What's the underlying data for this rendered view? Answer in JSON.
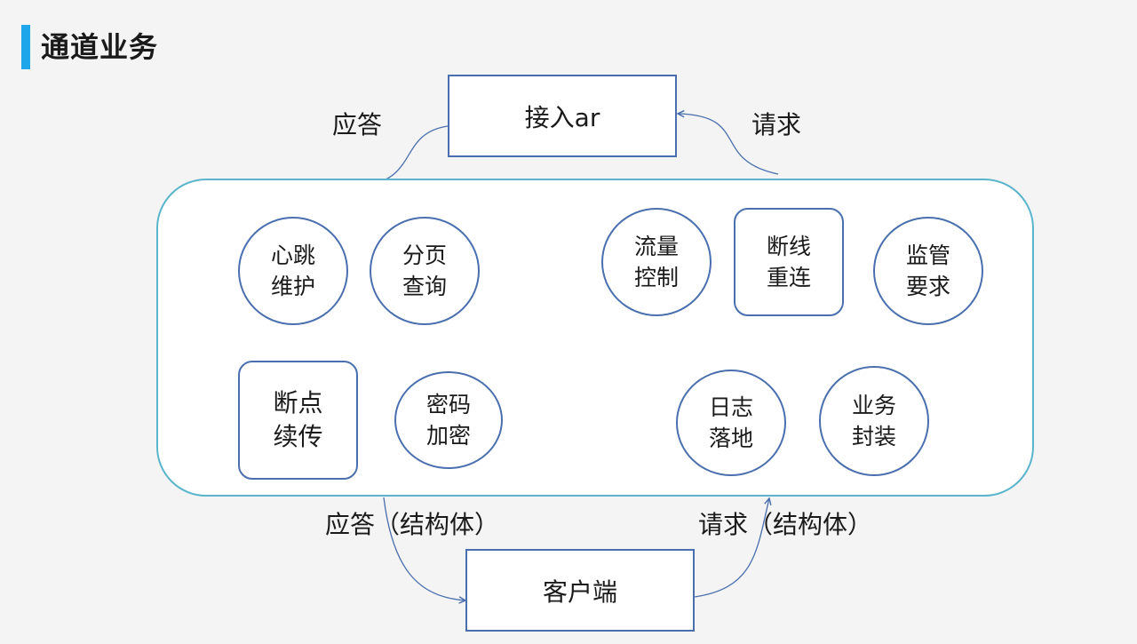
{
  "title": "通道业务",
  "top_box": "接入ar",
  "bottom_box": "客户端",
  "edge_labels": {
    "top_left": "应答",
    "top_right": "请求",
    "bottom_left": "应答（结构体）",
    "bottom_right": "请求（结构体）"
  },
  "nodes": [
    "心跳\n维护",
    "分页\n查询",
    "流量\n控制",
    "断线\n重连",
    "监管\n要求",
    "断点\n续传",
    "密码\n加密",
    "日志\n落地",
    "业务\n封装"
  ]
}
